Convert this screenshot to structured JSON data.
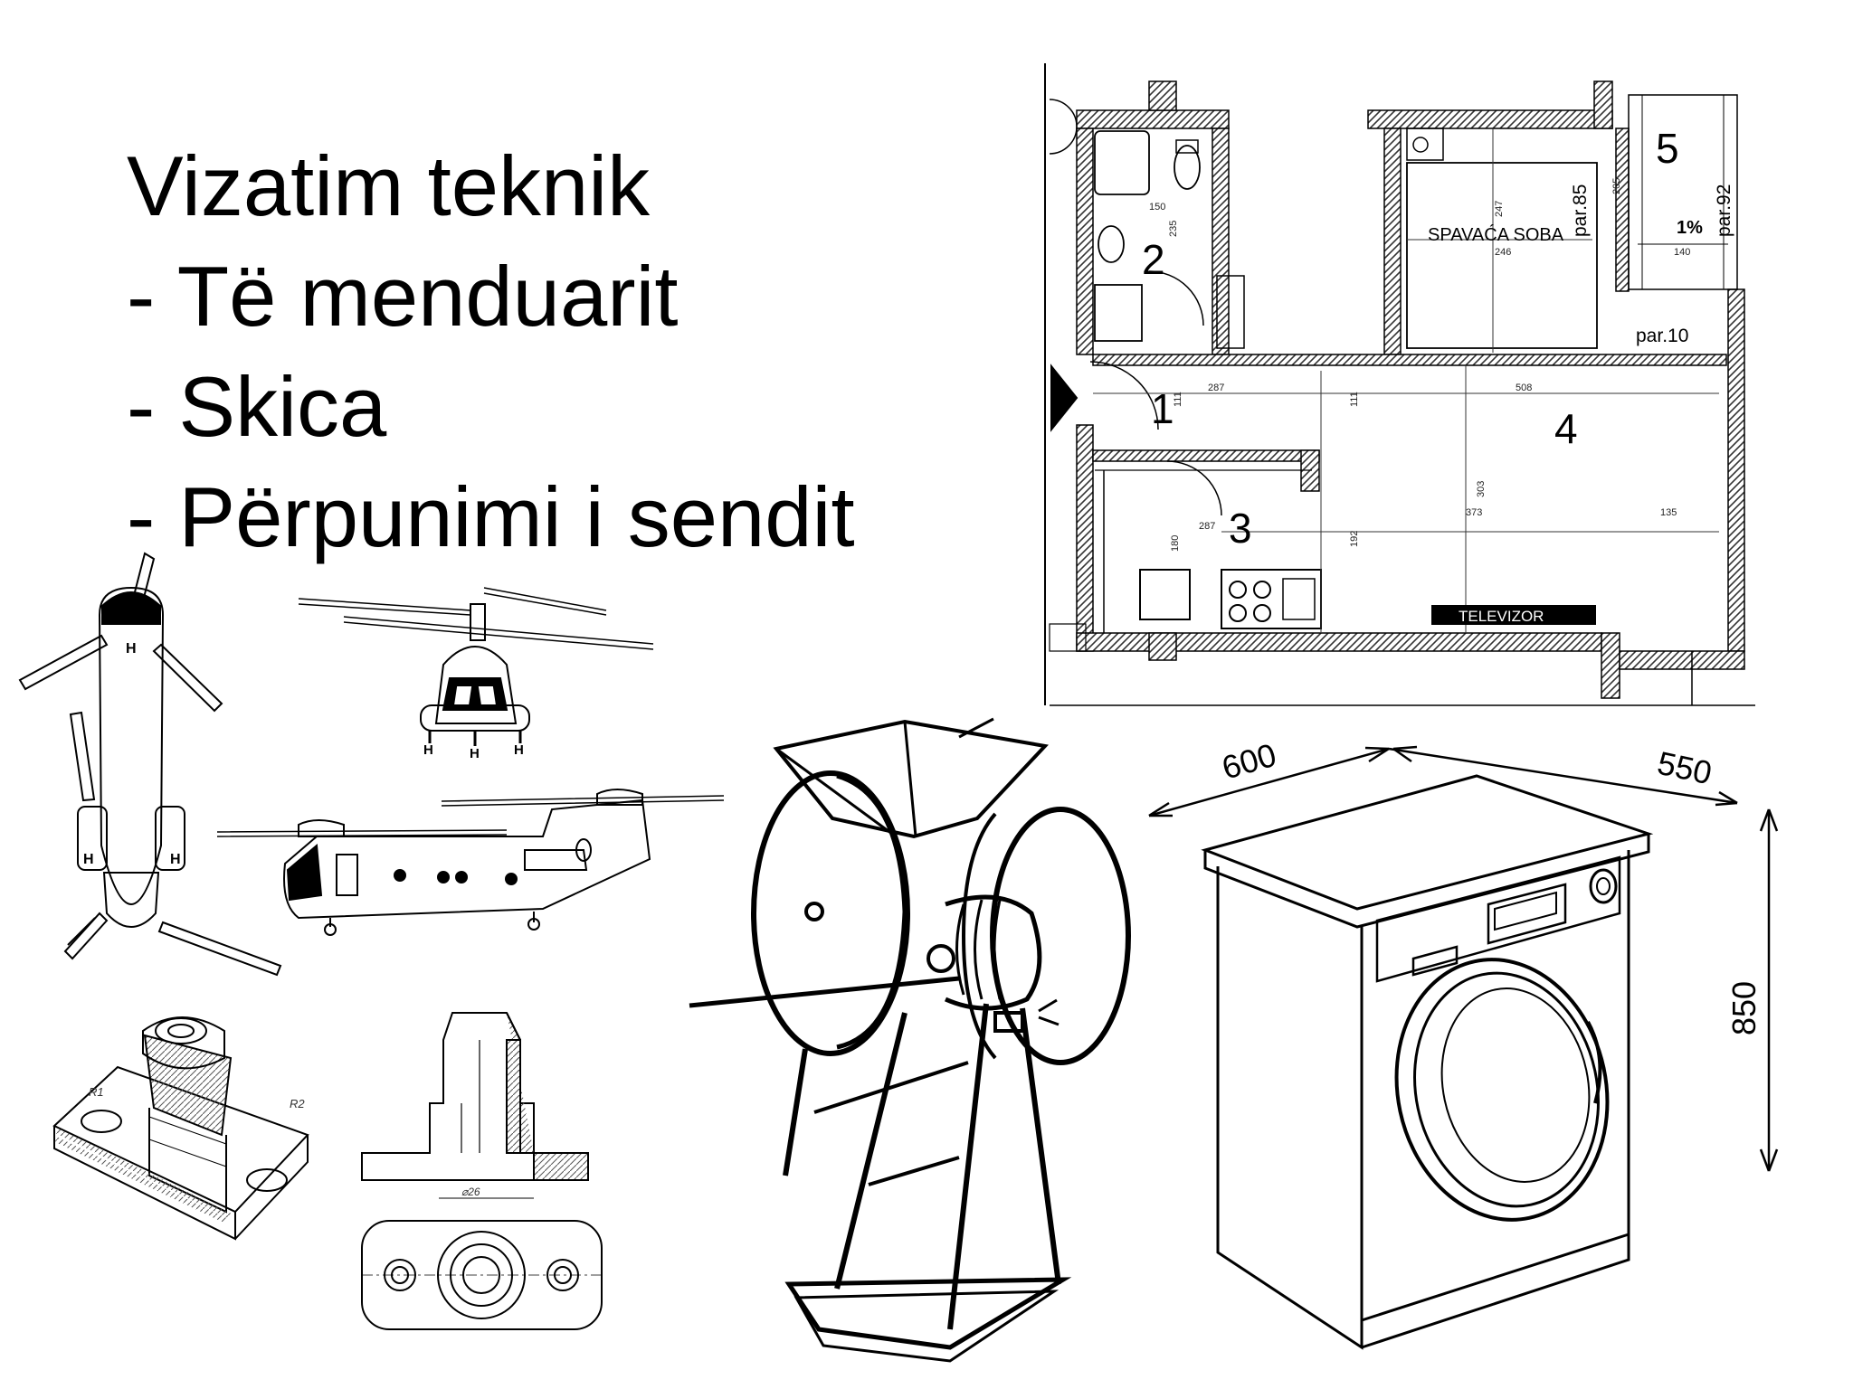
{
  "slide": {
    "title_lines": [
      "Vizatim teknik",
      "- Të menduarit",
      "- Skica",
      "- Përpunimi i sendit"
    ]
  },
  "floor_plan": {
    "rooms": [
      {
        "number": "1"
      },
      {
        "number": "2"
      },
      {
        "number": "3"
      },
      {
        "number": "4"
      },
      {
        "number": "5"
      }
    ],
    "room_name": "SPAVAĆA SOBA",
    "furniture_label": "TELEVIZOR",
    "floor_labels": [
      "par.85",
      "par.10",
      "par.92"
    ],
    "slope": "1%",
    "dimensions": [
      "150",
      "235",
      "247",
      "246",
      "205",
      "140",
      "287",
      "111",
      "508",
      "111",
      "287",
      "180",
      "192",
      "303",
      "373",
      "135"
    ]
  },
  "washing_machine": {
    "dimensions": [
      "600",
      "550",
      "850"
    ]
  },
  "helicopter": {
    "rotor_marks": [
      "H",
      "H",
      "H",
      "H",
      "H",
      "H"
    ]
  },
  "machine_part": {
    "dimension_label": "⌀26",
    "radius_labels": [
      "R1",
      "R2"
    ]
  },
  "colors": {
    "ink": "#000000",
    "paper": "#ffffff",
    "hatch": "#9a9a9a"
  }
}
